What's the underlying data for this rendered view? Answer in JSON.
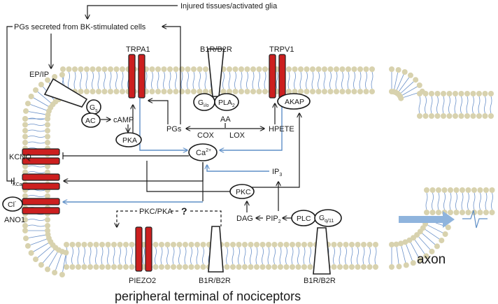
{
  "labels": {
    "injured": "Injured tissues/activated glia",
    "pgs_secreted": "PGs secreted from BK-stimulated cells",
    "ep_ip": "EP/IP",
    "gs": "G",
    "gs_sub": "s",
    "ac": "AC",
    "camp": "cAMP",
    "pka": "PKA",
    "trpa1": "TRPA1",
    "b1r_b2r_top": "B1R/B2R",
    "gio": "G",
    "gio_sub": "i/o",
    "pla": "PLA",
    "pla_sub": "2",
    "aa": "AA",
    "pgs": "PGs",
    "cox": "COX",
    "lox": "LOX",
    "hpete": "HPETE",
    "trpv1": "TRPV1",
    "akap": "AKAP",
    "ca": "Ca",
    "ca_sup": "2+",
    "ip3": "IP",
    "ip3_sub": "3",
    "kcnq": "KCNQ",
    "ikca": "I",
    "ikca_sub": "KCa",
    "cl": "Cl",
    "cl_sup": "-",
    "ano1": "ANO1",
    "pkc": "PKC",
    "dag": "DAG",
    "pip2": "PIP",
    "pip2_sub": "2",
    "plc": "PLC",
    "gq": "G",
    "gq_sub": "q/11",
    "pkc_pka": "PKC/PKA",
    "question": "?",
    "piezo2": "PIEZO2",
    "b1r_b2r_mid": "B1R/B2R",
    "b1r_b2r_right": "B1R/B2R",
    "axon": "axon",
    "caption": "peripheral terminal of nociceptors"
  },
  "colors": {
    "channel": "#cc1f1f",
    "lipid_head": "#d8d2ae",
    "lipid_tail": "#6a90c8",
    "blue_arrow": "#5f8fc7",
    "axon_arrow": "#8fb4dd",
    "line": "#1a1a1a"
  }
}
